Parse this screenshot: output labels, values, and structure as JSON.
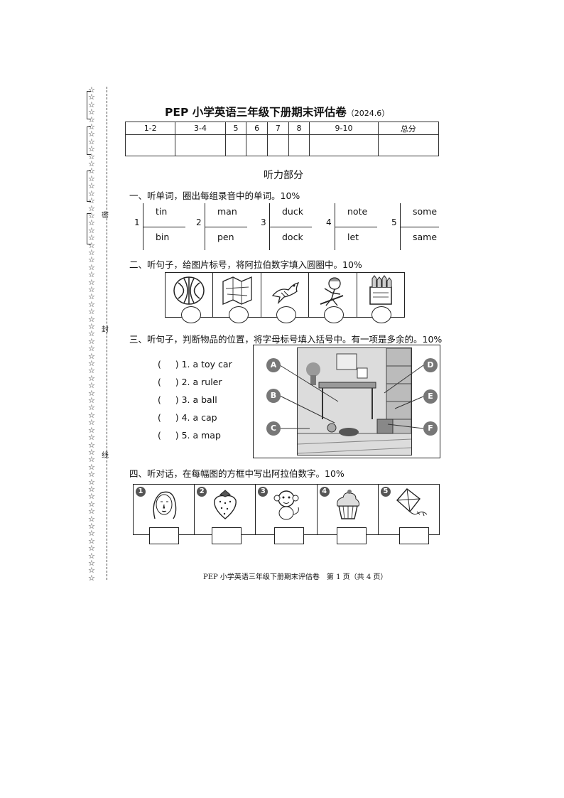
{
  "header": {
    "title": "PEP 小学英语三年级下册期末评估卷",
    "year": "（2024.6）",
    "score_columns": [
      "1-2",
      "3-4",
      "5",
      "6",
      "7",
      "8",
      "9-10",
      "总分"
    ]
  },
  "margin": {
    "labels": [
      "密",
      "封",
      "线"
    ]
  },
  "listening_title": "听力部分",
  "part1": {
    "title": "一、听单词，圈出每组录音中的单词。10%",
    "groups": [
      {
        "num": "1",
        "top": "tin",
        "bottom": "bin"
      },
      {
        "num": "2",
        "top": "man",
        "bottom": "pen"
      },
      {
        "num": "3",
        "top": "duck",
        "bottom": "dock"
      },
      {
        "num": "4",
        "top": "note",
        "bottom": "let"
      },
      {
        "num": "5",
        "top": "some",
        "bottom": "same"
      }
    ]
  },
  "part2": {
    "title": "二、听句子，给图片标号，将阿拉伯数字填入圆圈中。10%",
    "pictures": [
      "watermelon-icon",
      "map-icon",
      "bird-icon",
      "girl-icon",
      "crayons-icon"
    ]
  },
  "part3": {
    "title": "三、听句子，判断物品的位置，将字母标号填入括号中。有一项是多余的。10%",
    "items": [
      "(     ) 1. a toy car",
      "(     ) 2. a ruler",
      "(     ) 3. a ball",
      "(     ) 4. a cap",
      "(     ) 5. a map"
    ],
    "letters": [
      "A",
      "B",
      "C",
      "D",
      "E",
      "F"
    ]
  },
  "part4": {
    "title": "四、听对话，在每幅图的方框中写出阿拉伯数字。10%",
    "numbers": [
      "1",
      "2",
      "3",
      "4",
      "5"
    ],
    "pictures": [
      "woman-face-icon",
      "strawberry-icon",
      "monkey-icon",
      "cupcake-icon",
      "kite-icon"
    ]
  },
  "footer": "PEP 小学英语三年级下册期末评估卷　第 1 页（共 4 页）"
}
